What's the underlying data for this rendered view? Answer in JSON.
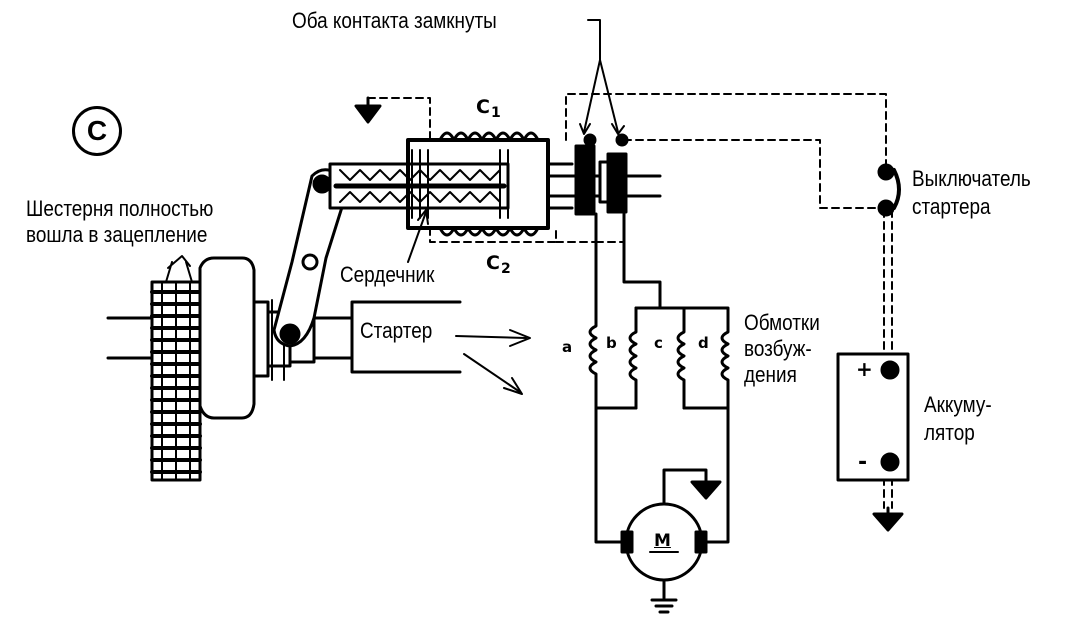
{
  "marker": "C",
  "labels": {
    "both_contacts_closed": "Оба контакта замкнуты",
    "gear_engaged_line1": "Шестерня полностью",
    "gear_engaged_line2": "вошла в зацепление",
    "core": "Сердечник",
    "starter": "Стартер",
    "field_windings_line1": "Обмотки",
    "field_windings_line2": "возбуж-",
    "field_windings_line3": "дения",
    "starter_switch_line1": "Выключатель",
    "starter_switch_line2": "стартера",
    "battery_line1": "Аккуму-",
    "battery_line2": "лятор"
  },
  "coils": {
    "c1_letter": "C",
    "c1_index": "1",
    "c2_letter": "C",
    "c2_index": "2"
  },
  "windings": [
    "a",
    "b",
    "c",
    "d"
  ],
  "battery_terminals": {
    "plus": "+",
    "minus": "-"
  },
  "motor_symbol": "M"
}
